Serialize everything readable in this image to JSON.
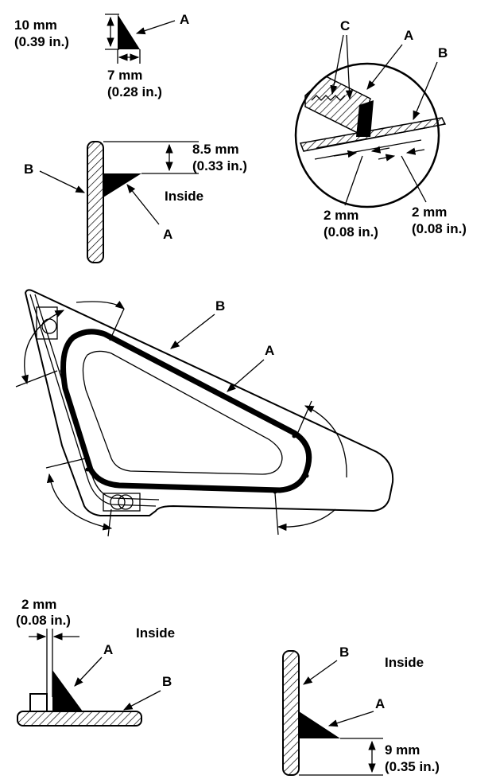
{
  "detail_top_left": {
    "height_mm": "10 mm",
    "height_in": "(0.39 in.)",
    "width_mm": "7 mm",
    "width_in": "(0.28 in.)",
    "label_a": "A"
  },
  "detail_mid_left": {
    "label_b": "B",
    "offset_mm": "8.5 mm",
    "offset_in": "(0.33 in.)",
    "inside": "Inside",
    "label_a": "A"
  },
  "detail_circle": {
    "label_c": "C",
    "label_a": "A",
    "label_b": "B",
    "gap1_mm": "2 mm",
    "gap1_in": "(0.08 in.)",
    "gap2_mm": "2 mm",
    "gap2_in": "(0.08 in.)"
  },
  "main_view": {
    "label_b": "B",
    "label_a": "A"
  },
  "detail_bottom_left": {
    "gap_mm": "2 mm",
    "gap_in": "(0.08 in.)",
    "inside": "Inside",
    "label_a": "A",
    "label_b": "B"
  },
  "detail_bottom_right": {
    "label_b": "B",
    "inside": "Inside",
    "label_a": "A",
    "offset_mm": "9 mm",
    "offset_in": "(0.35 in.)"
  }
}
